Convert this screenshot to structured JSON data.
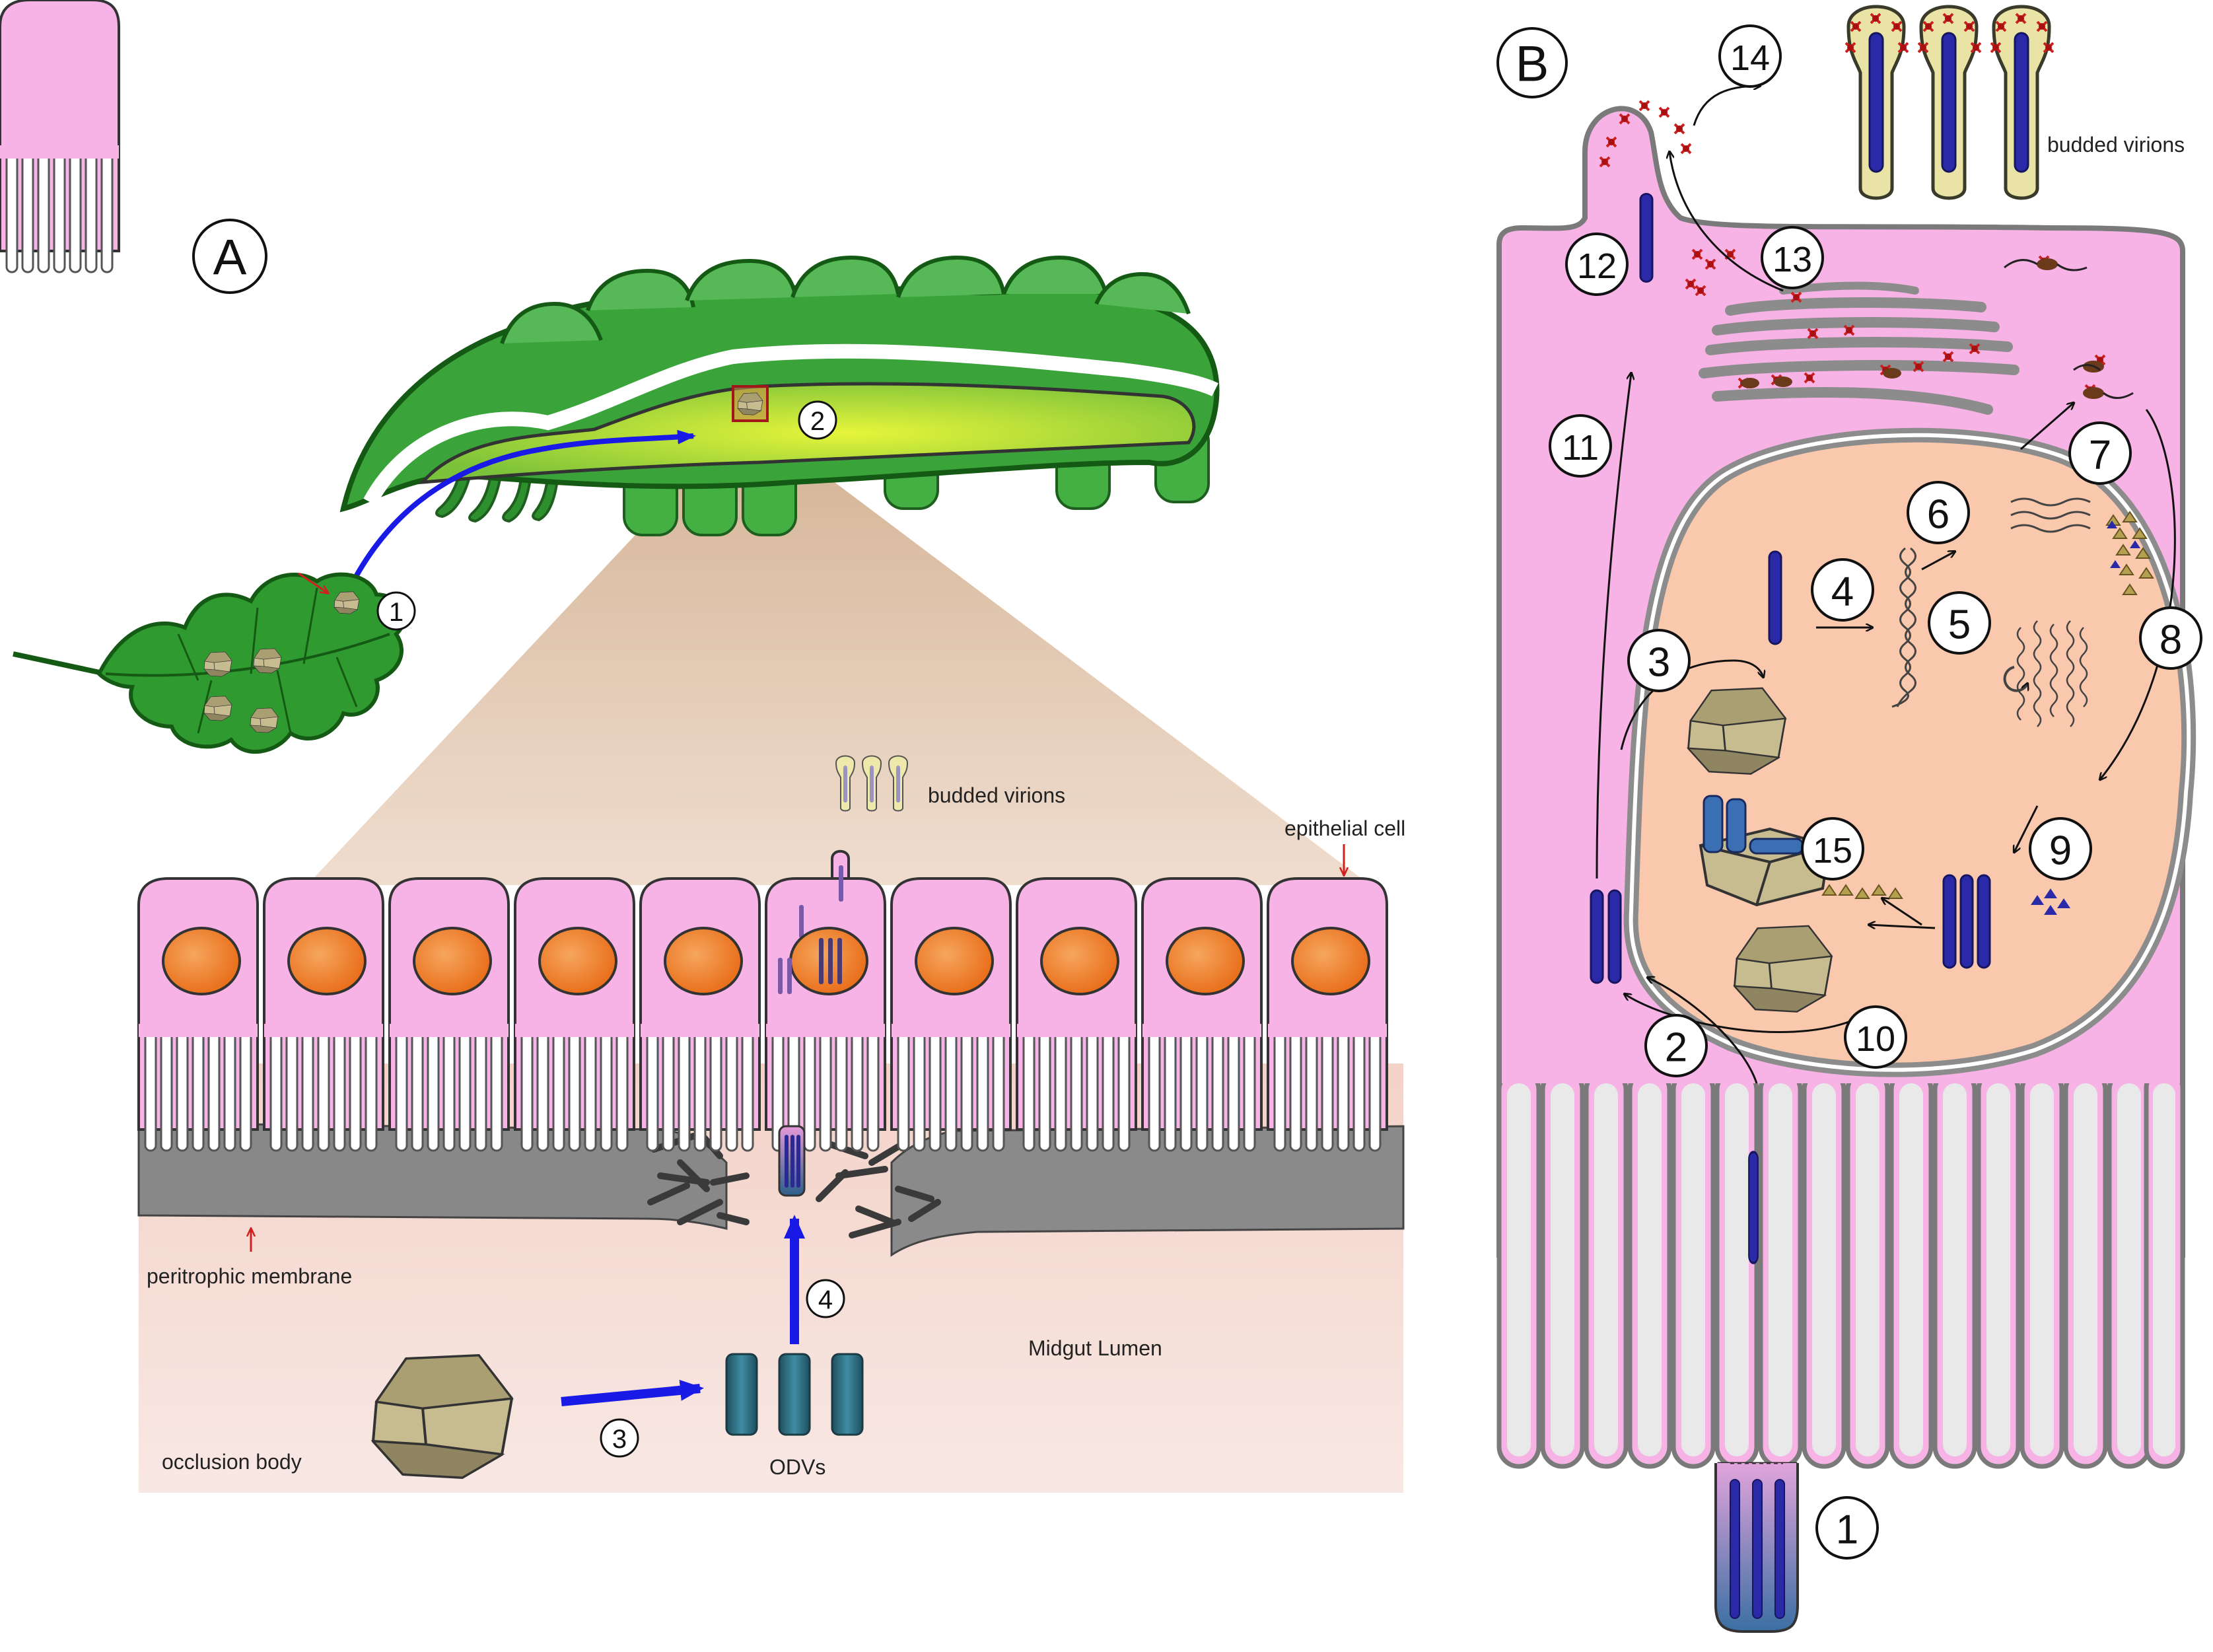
{
  "panels": {
    "a": {
      "letter": "A"
    },
    "b": {
      "letter": "B"
    }
  },
  "labels": {
    "budded_virions_a": "budded virions",
    "epithelial_cell": "epithelial cell",
    "peritrophic_membrane": "peritrophic membrane",
    "midgut_lumen": "Midgut Lumen",
    "occlusion_body": "occlusion body",
    "odvs": "ODVs",
    "budded_virions_b": "budded virions"
  },
  "steps_a": [
    "1",
    "2",
    "3",
    "4"
  ],
  "steps_b": [
    "1",
    "2",
    "3",
    "4",
    "5",
    "6",
    "7",
    "8",
    "9",
    "10",
    "11",
    "12",
    "13",
    "14",
    "15"
  ],
  "colors": {
    "cell_pink": "#f7b2e6",
    "nucleus_a": "#f08a3a",
    "nucleus_b": "#f9c8ad",
    "membrane_gray": "#8f8f8f",
    "peritrophic": "#7a7a7a",
    "lumen": "#f5dcd6",
    "caterpillar_green": "#3aa33a",
    "gut_yellow": "#d6ee30",
    "arrow_blue": "#1a1ae6",
    "virion_blue": "#2a2aa8",
    "occlusion_tan": "#b5aa7e",
    "odv_teal": "#2d6b7d",
    "envelope_yellow": "#e9e4a6",
    "glycoprotein_red": "#cc2020"
  }
}
